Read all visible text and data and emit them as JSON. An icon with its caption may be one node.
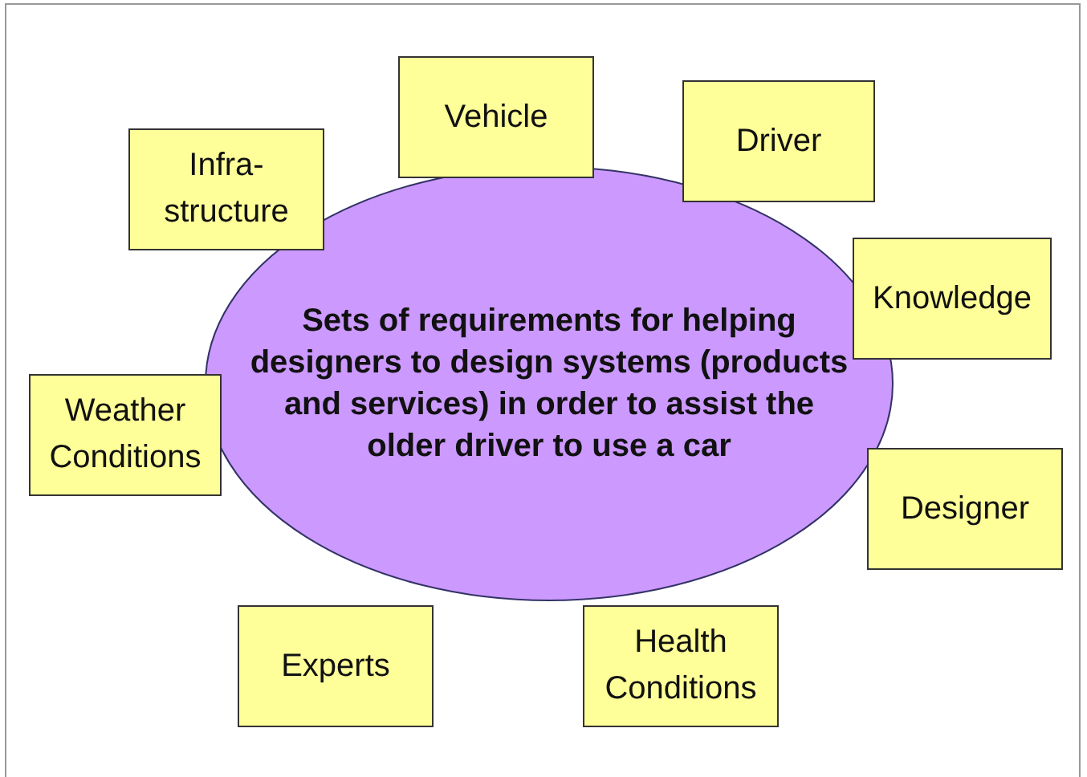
{
  "diagram": {
    "nodes": [
      {
        "text": [
          "Vehicle"
        ]
      },
      {
        "text": [
          "Driver"
        ]
      },
      {
        "text": [
          "Infra- structure"
        ]
      },
      {
        "text": [
          "Knowledge"
        ]
      },
      {
        "text": [
          "Sets of requirements for helping designers to design systems (products and services) in order to assist the older driver to use a car"
        ]
      },
      {
        "text": [
          "Weather Conditions"
        ]
      },
      {
        "text": [
          "Designer"
        ]
      },
      {
        "text": [
          "Experts"
        ]
      },
      {
        "text": [
          "Health Conditions"
        ]
      }
    ]
  }
}
